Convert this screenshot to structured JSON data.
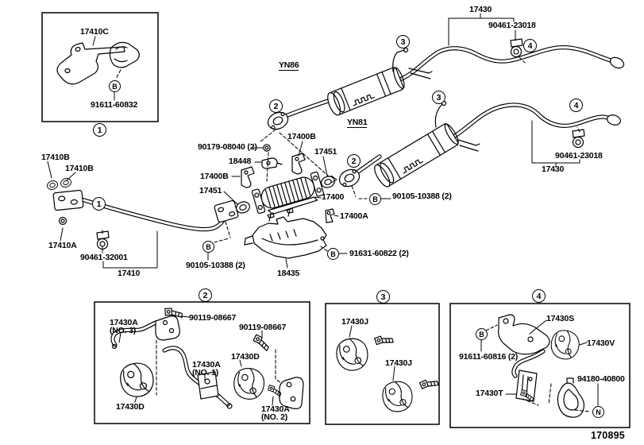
{
  "figure": {
    "code": "170895"
  },
  "models": {
    "yn86": "YN86",
    "yn81": "YN81"
  },
  "callouts": {
    "one": "1",
    "two": "2",
    "three": "3",
    "four": "4",
    "b": "B",
    "n": "N"
  },
  "parts": {
    "p17410C": "17410C",
    "p91611_60832": "91611-60832",
    "p17430": "17430",
    "p90461_23018": "90461-23018",
    "p90179_08040": "90179-08040 (2)",
    "p18448": "18448",
    "p17400B": "17400B",
    "p17451": "17451",
    "p17400": "17400",
    "p90105_10388": "90105-10388 (2)",
    "p17400A": "17400A",
    "p17410B": "17410B",
    "p17410A": "17410A",
    "p90461_32001": "90461-32001",
    "p17410": "17410",
    "p18435": "18435",
    "p91631_60822": "91631-60822 (2)",
    "p17430A": "17430A",
    "no1": "(NO. 1)",
    "no2": "(NO. 2)",
    "no3": "(NO. 3)",
    "p90119_08667": "90119-08667",
    "p17430D": "17430D",
    "p17430J": "17430J",
    "p17430S": "17430S",
    "p17430V": "17430V",
    "p17430T": "17430T",
    "p91611_60816": "91611-60816 (2)",
    "p94180_40800": "94180-40800"
  }
}
